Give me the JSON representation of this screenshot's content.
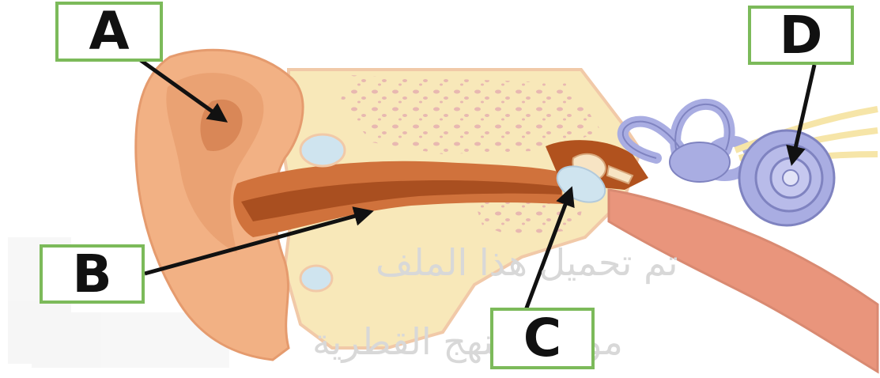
{
  "labels": {
    "a": "A",
    "b": "B",
    "c": "C",
    "d": "D"
  },
  "watermark": {
    "line1": "تم تحميل هذا الملف",
    "line2": "موقع المنهج القطرية"
  },
  "colors": {
    "skin": "#f2b184",
    "skin_dark": "#d9875a",
    "canal": "#c0612b",
    "bone": "#f8e8b9",
    "bone_dots": "#e6b3b0",
    "eardrum": "#cfe4ef",
    "cochlea": "#a9ade2",
    "nerve": "#f6e5a8",
    "label_border": "#7cba5a",
    "arrow": "#111111"
  }
}
